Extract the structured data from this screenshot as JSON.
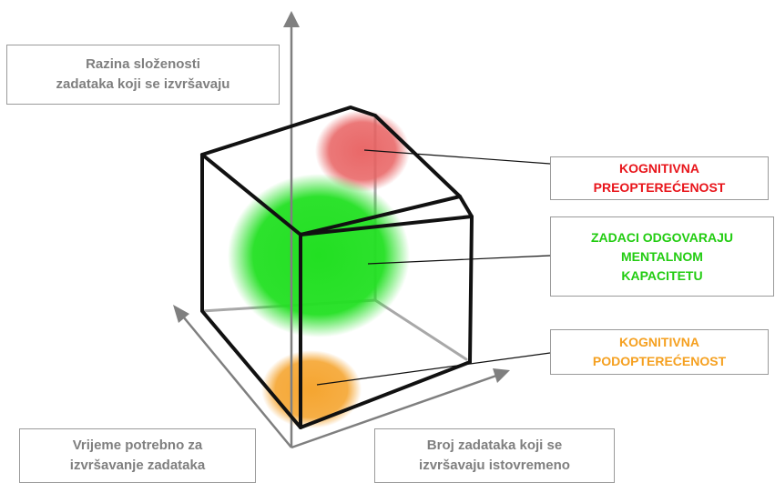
{
  "axes": {
    "vertical": {
      "line1": "Razina složenosti",
      "line2": "zadataka koji se izvršavaju"
    },
    "left": {
      "line1": "Vrijeme potrebno za",
      "line2": "izvršavanje zadataka"
    },
    "right": {
      "line1": "Broj zadataka koji se",
      "line2": "izvršavaju istovremeno"
    }
  },
  "zones": [
    {
      "id": "overload",
      "lines": [
        "KOGNITIVNA",
        "PREOPTEREĆENOST"
      ],
      "color": "#e8141a",
      "blob_color": "#e86060"
    },
    {
      "id": "match",
      "lines": [
        "ZADACI ODGOVARAJU",
        "MENTALNOM",
        "KAPACITETU"
      ],
      "color": "#22cc11",
      "blob_color": "#22e022"
    },
    {
      "id": "underload",
      "lines": [
        "KOGNITIVNA",
        "PODOPTEREĆENOST"
      ],
      "color": "#f5a020",
      "blob_color": "#f5a530"
    }
  ],
  "colors": {
    "axis_gray": "#7f7f7f",
    "cube_stroke": "#111111",
    "hidden_edge": "#a0a0a0"
  }
}
